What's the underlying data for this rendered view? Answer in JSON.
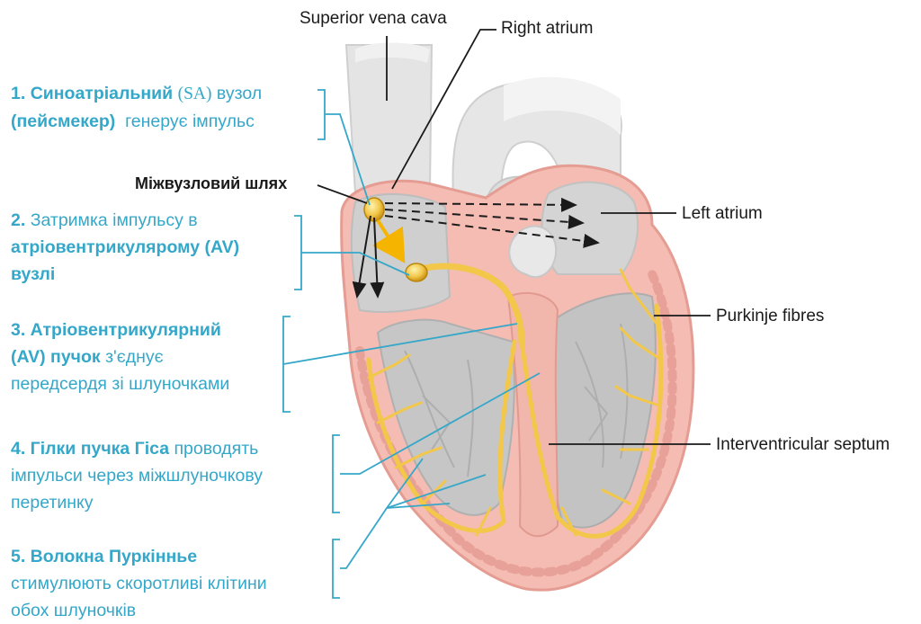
{
  "colors": {
    "step_text": "#35a7c9",
    "conduction": "#f2c74a",
    "myocardium": "#f3b8b0",
    "chamber_gray": "#c9c9c9",
    "vessel_gray": "#e2e2e2",
    "label_black": "#1a1a1a"
  },
  "labels": {
    "superior_vena_cava": "Superior vena cava",
    "right_atrium": "Right atrium",
    "internodal_pathway": "Міжвузловий шлях",
    "left_atrium": "Left atrium",
    "purkinje_fibres": "Purkinje fibres",
    "interventricular_septum": "Interventricular septum"
  },
  "steps": [
    {
      "num": "1.",
      "bold": "Синоатріальний",
      "abbr": "(SA)",
      "rest1": "вузол",
      "bold2": "(пейсмекер)",
      "rest2": "генерує імпульс"
    },
    {
      "num": "2.",
      "line1": "Затримка імпульсу в",
      "bold_line2": "атріовентрикулярому (AV)",
      "bold_line3": "вузлі"
    },
    {
      "bold_line1": "3. Атріовентрикулярний",
      "bold_line2": "(AV) пучок",
      "rest2": "з'єднує",
      "line3": "передсердя зі шлуночками"
    },
    {
      "bold_line1": "4. Гілки пучка Гіса",
      "rest1": "проводять",
      "line2": "імпульси через міжшлуночкову",
      "line3": "перетинку"
    },
    {
      "bold_line1": "5. Волокна Пуркіннье",
      "line2": "стимулюють скоротливі клітини",
      "line3": "обох шлуночків"
    }
  ]
}
